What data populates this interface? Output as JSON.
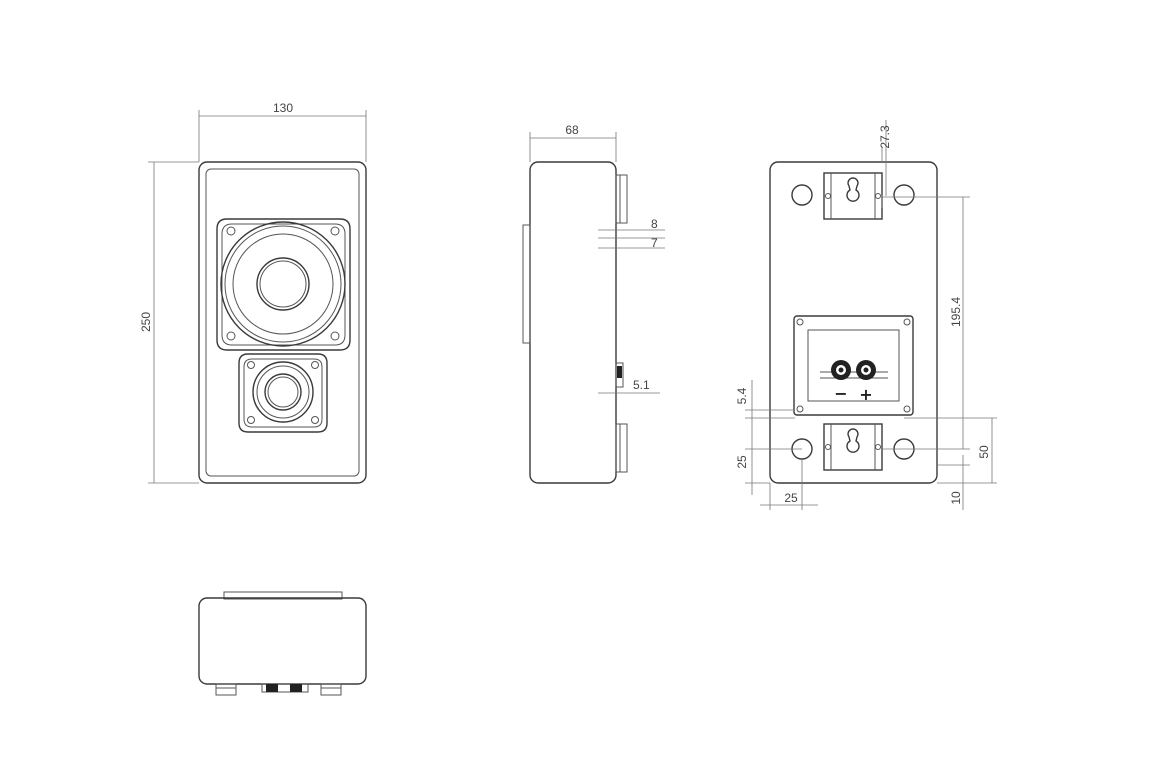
{
  "dimensions": {
    "front_width": "130",
    "front_height": "250",
    "side_depth": "68",
    "side_dim_8": "8",
    "side_dim_7": "7",
    "side_dim_5_1": "5.1",
    "rear_top_offset": "27.3",
    "rear_hole_spacing": "195.4",
    "rear_dim_5_4": "5.4",
    "rear_dim_25_vertical": "25",
    "rear_dim_25_horizontal": "25",
    "rear_dim_50": "50",
    "rear_dim_10": "10"
  },
  "terminal_labels": {
    "minus": "−",
    "plus": "+"
  }
}
